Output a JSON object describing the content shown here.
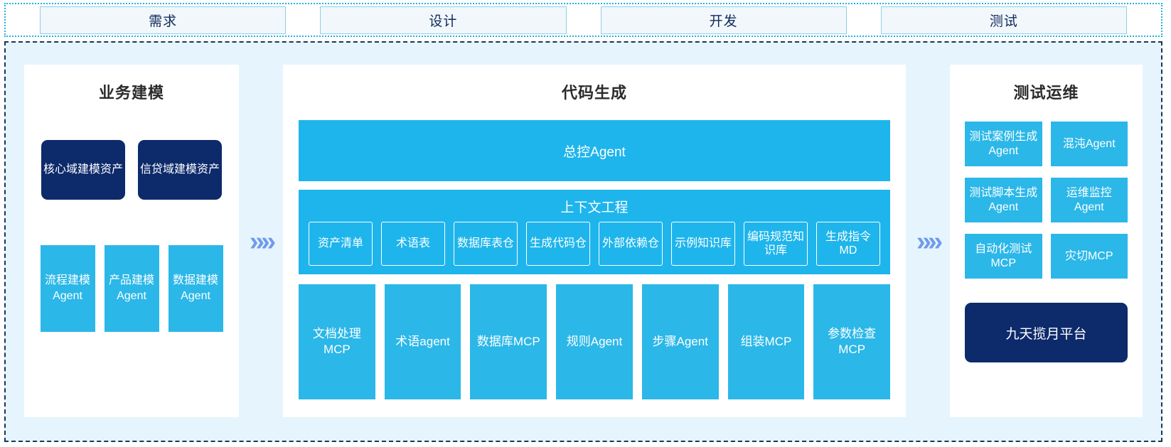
{
  "phases": [
    {
      "label": "需求"
    },
    {
      "label": "设计"
    },
    {
      "label": "开发"
    },
    {
      "label": "测试"
    }
  ],
  "arrows": {
    "glyph": "»»",
    "color": "#6f9bea"
  },
  "colors": {
    "accent_blue": "#2bb7e8",
    "bar_blue": "#1eb5ec",
    "navy": "#0d2a6b",
    "frame_bg": "#e6f4fd",
    "panel_bg": "#ffffff",
    "phase_bg": "#f1f7fa",
    "phase_border": "#8fcfe6",
    "dashed_border": "#1d3557",
    "dotted_border": "#23b0e4"
  },
  "left_panel": {
    "title": "业务建模",
    "assets": [
      {
        "label": "核心域建模资产"
      },
      {
        "label": "信贷域建模资产"
      }
    ],
    "agents": [
      {
        "label": "流程建模Agent"
      },
      {
        "label": "产品建模Agent"
      },
      {
        "label": "数据建模Agent"
      }
    ]
  },
  "center_panel": {
    "title": "代码生成",
    "control_agent": "总控Agent",
    "context": {
      "title": "上下文工程",
      "items": [
        {
          "label": "资产清单"
        },
        {
          "label": "术语表"
        },
        {
          "label": "数据库表仓"
        },
        {
          "label": "生成代码仓"
        },
        {
          "label": "外部依赖仓"
        },
        {
          "label": "示例知识库"
        },
        {
          "label": "编码规范知识库"
        },
        {
          "label": "生成指令MD"
        }
      ]
    },
    "tools": [
      {
        "label": "文档处理MCP"
      },
      {
        "label": "术语agent"
      },
      {
        "label": "数据库MCP"
      },
      {
        "label": "规则Agent"
      },
      {
        "label": "步骤Agent"
      },
      {
        "label": "组装MCP"
      },
      {
        "label": "参数检查MCP"
      }
    ]
  },
  "right_panel": {
    "title": "测试运维",
    "items": [
      {
        "label": "测试案例生成Agent"
      },
      {
        "label": "混沌Agent"
      },
      {
        "label": "测试脚本生成Agent"
      },
      {
        "label": "运维监控Agent"
      },
      {
        "label": "自动化测试MCP"
      },
      {
        "label": "灾切MCP"
      }
    ],
    "platform": "九天揽月平台"
  }
}
